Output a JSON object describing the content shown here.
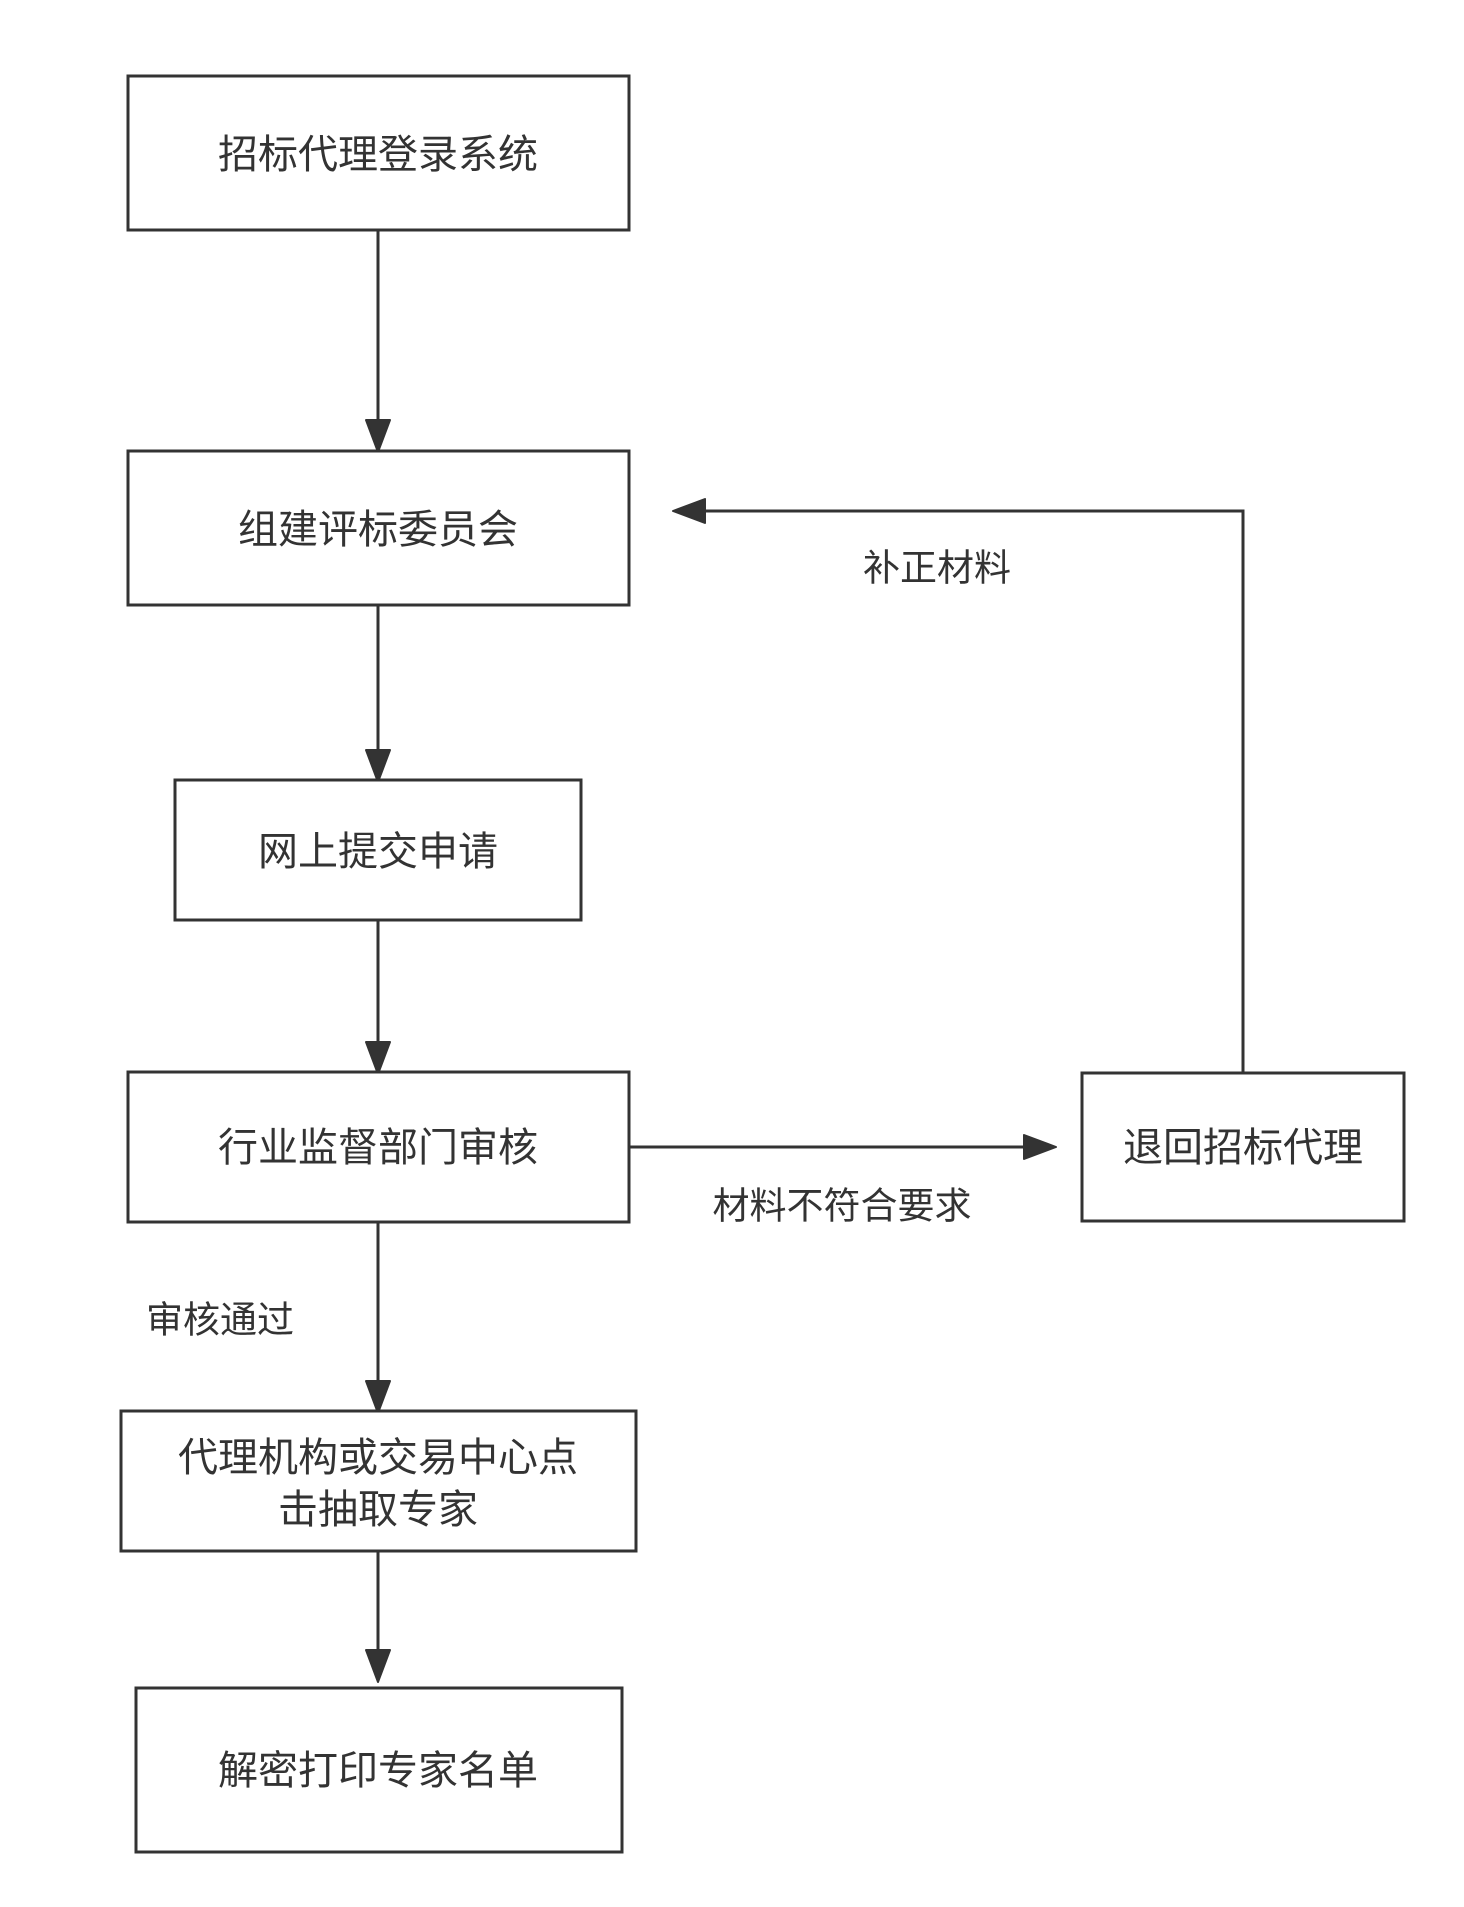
{
  "diagram": {
    "nodes": {
      "login": "招标代理登录系统",
      "committee": "组建评标委员会",
      "submit": "网上提交申请",
      "review": "行业监督部门审核",
      "return": "退回招标代理",
      "draw_line1": "代理机构或交易中心点",
      "draw_line2": "击抽取专家",
      "print": "解密打印专家名单"
    },
    "edges": {
      "supplement": "补正材料",
      "not_compliant": "材料不符合要求",
      "approved": "审核通过"
    },
    "colors": {
      "stroke": "#333333",
      "text": "#333333",
      "background": "#ffffff"
    }
  }
}
